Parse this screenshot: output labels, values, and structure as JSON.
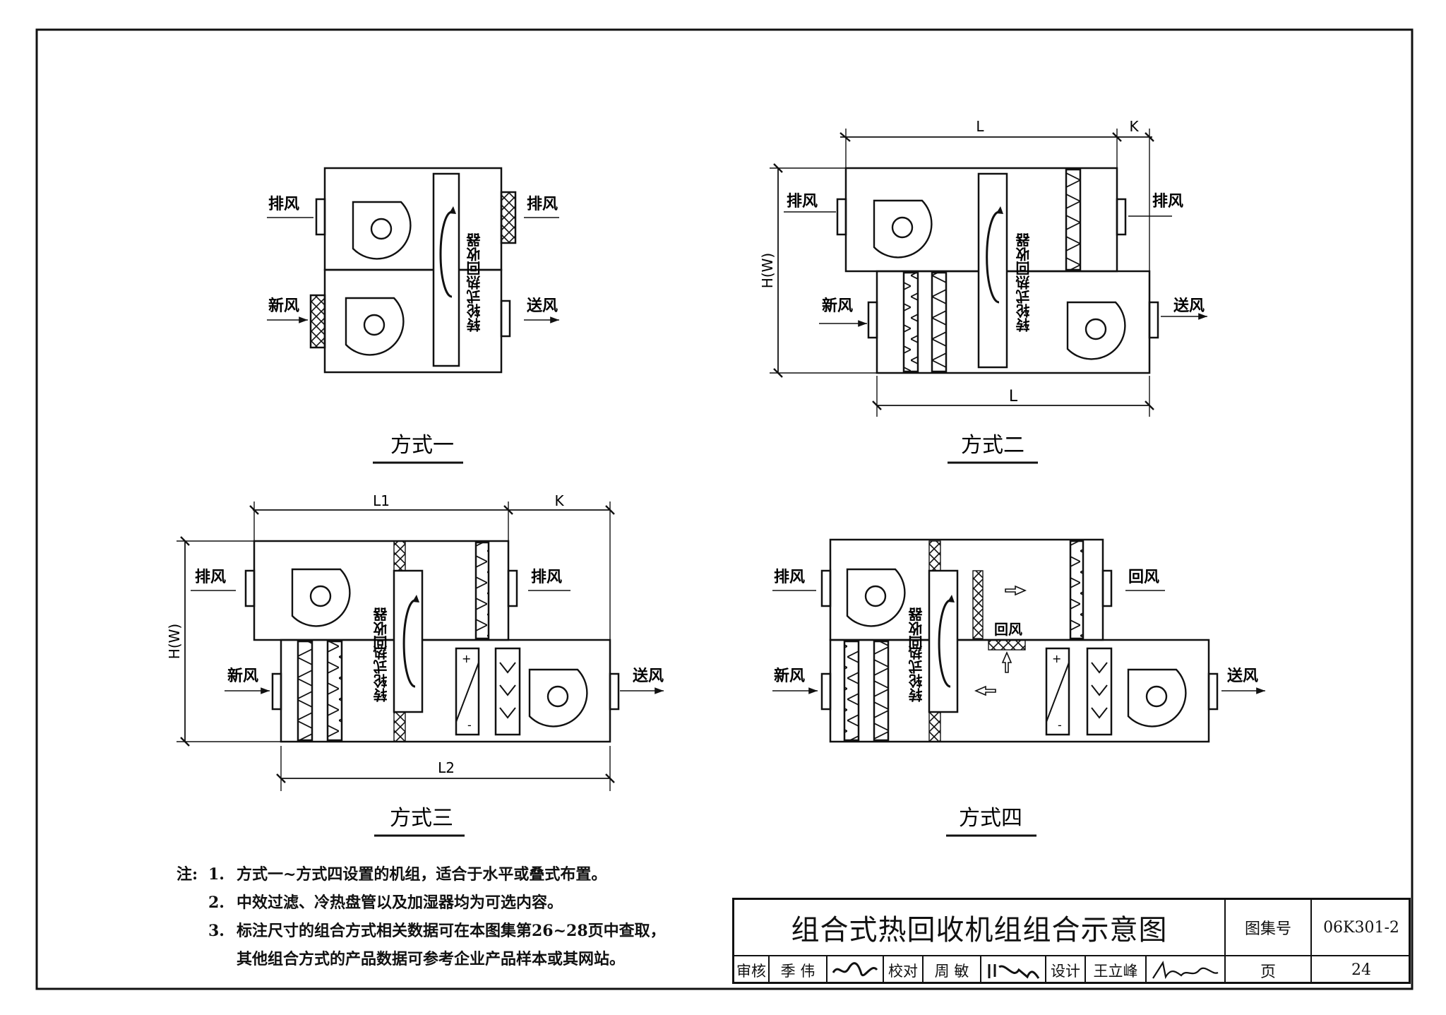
{
  "labels": {
    "exhaust": "排风",
    "fresh": "新风",
    "supply": "送风",
    "return": "回风",
    "recovery": "回收器",
    "wheel": "转轮式热",
    "L": "L",
    "K": "K",
    "L1": "L1",
    "L2": "L2",
    "HW": "H(W)",
    "plus": "+",
    "minus": "-"
  },
  "captions": {
    "m1": "方式一",
    "m2": "方式二",
    "m3": "方式三",
    "m4": "方式四"
  },
  "notes": {
    "lead": "注:",
    "items": [
      {
        "num": "1.",
        "text": "方式一~方式四设置的机组，适合于水平或叠式布置。"
      },
      {
        "num": "2.",
        "text": "中效过滤、冷热盘管以及加湿器均为可选内容。"
      },
      {
        "num": "3.",
        "text": "标注尺寸的组合方式相关数据可在本图集第26~28页中查取，"
      }
    ],
    "cont": "其他组合方式的产品数据可参考企业产品样本或其网站。"
  },
  "titleblock": {
    "title": "组合式热回收机组组合示意图",
    "atlas_label": "图集号",
    "atlas_no": "06K301-2",
    "page_label": "页",
    "page_no": "24",
    "review_label": "审核",
    "review_name": "季 伟",
    "check_label": "校对",
    "check_name": "周 敏",
    "design_label": "设计",
    "design_name": "王立峰"
  }
}
